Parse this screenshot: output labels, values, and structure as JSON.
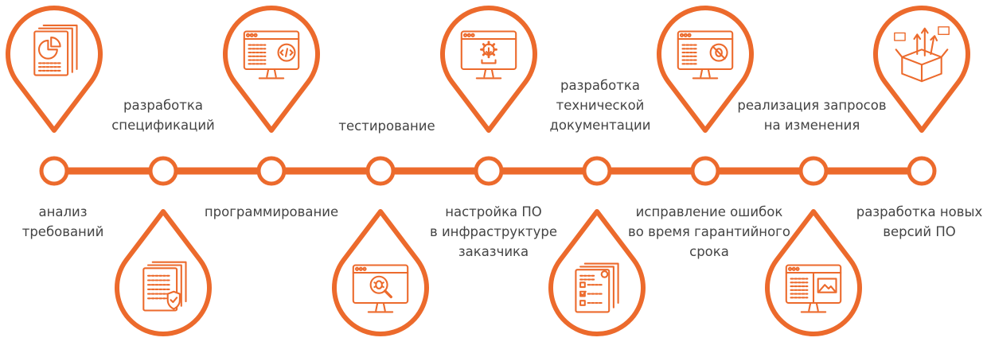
{
  "colors": {
    "accent": "#ec6a2c",
    "text": "#444444",
    "background": "#ffffff"
  },
  "stages": [
    {
      "label_lines": [
        "анализ",
        "требований"
      ],
      "icon": "document-pie-chart-icon"
    },
    {
      "label_lines": [
        "разработка",
        "спецификаций"
      ],
      "icon": "documents-shield-icon"
    },
    {
      "label_lines": [
        "программирование"
      ],
      "icon": "code-window-icon"
    },
    {
      "label_lines": [
        "тестирование"
      ],
      "icon": "monitor-bug-magnifier-icon"
    },
    {
      "label_lines": [
        "настройка ПО",
        "в инфраструктуре",
        "заказчика"
      ],
      "icon": "monitor-gear-download-icon"
    },
    {
      "label_lines": [
        "разработка",
        "технической",
        "документации"
      ],
      "icon": "documents-checklist-gear-icon"
    },
    {
      "label_lines": [
        "исправление ошибок",
        "во время гарантийного",
        "срока"
      ],
      "icon": "monitor-no-bug-icon"
    },
    {
      "label_lines": [
        "реализация запросов",
        "на изменения"
      ],
      "icon": "monitor-window-image-icon"
    },
    {
      "label_lines": [
        "разработка новых",
        "версий ПО"
      ],
      "icon": "box-versions-arrows-icon"
    }
  ]
}
